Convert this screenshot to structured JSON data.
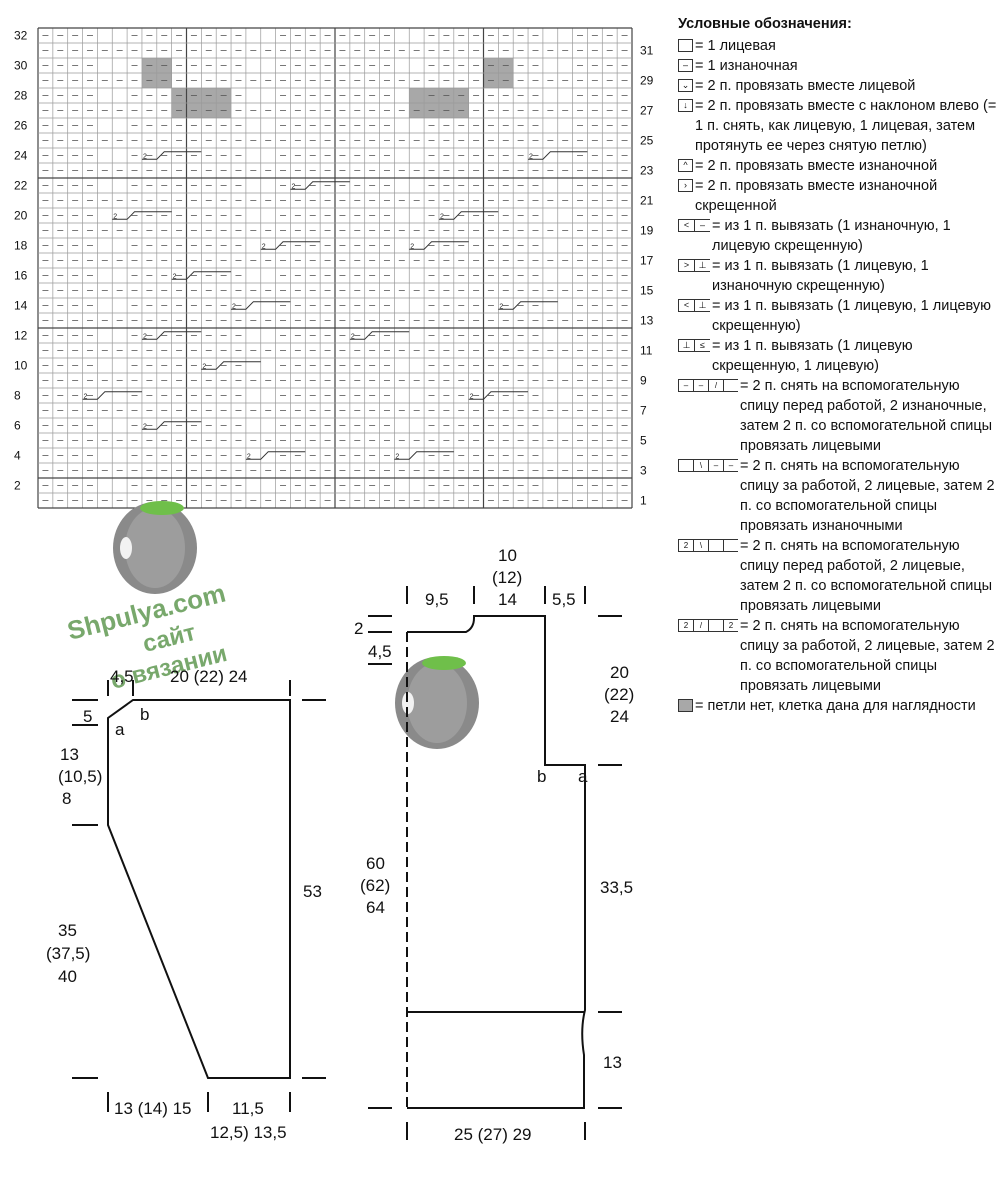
{
  "chart_rows_left": [
    "32",
    "30",
    "28",
    "26",
    "24",
    "22",
    "20",
    "18",
    "16",
    "14",
    "12",
    "10",
    "8",
    "6",
    "4",
    "2"
  ],
  "chart_rows_right": [
    "31",
    "29",
    "27",
    "25",
    "23",
    "21",
    "19",
    "17",
    "15",
    "13",
    "11",
    "9",
    "7",
    "5",
    "3",
    "1"
  ],
  "legend": {
    "title": "Условные обозначения:",
    "items": [
      {
        "icon": "knit-stitch-icon",
        "text": "= 1 лицевая"
      },
      {
        "icon": "purl-stitch-icon",
        "text": "= 1 изнаночная"
      },
      {
        "icon": "k2tog-icon",
        "text": "= 2 п. провязать вместе лицевой"
      },
      {
        "icon": "ssk-icon",
        "text": "= 2 п. провязать вместе с наклоном влево (= 1 п. снять, как лицевую, 1 лицевая, затем протянуть ее через снятую петлю)"
      },
      {
        "icon": "p2tog-icon",
        "text": "= 2 п. провязать вместе изнаночной"
      },
      {
        "icon": "p2tog-tbl-icon",
        "text": "= 2 п. провязать вместе изнаночной скрещенной"
      },
      {
        "icon": "inc-purl-ktbl-icon",
        "text": "= из 1 п. вывязать (1 изнаночную, 1 лицевую скрещенную)"
      },
      {
        "icon": "inc-knit-ptbl-icon",
        "text": "= из 1 п. вывязать (1 лицевую, 1 изнаночную скрещенную)"
      },
      {
        "icon": "inc-knit-ktbl-icon",
        "text": "= из 1 п. вывязать (1 лицевую, 1 лицевую скрещенную)"
      },
      {
        "icon": "inc-ktbl-knit-icon",
        "text": "= из 1 п. вывязать (1 лицевую скрещенную, 1 лицевую)"
      },
      {
        "icon": "cable-2-2-front-purl-icon",
        "text": "= 2 п. снять на вспомогательную спицу перед работой, 2 изнаночные, затем 2 п. со вспомогательной спицы провязать лицевыми"
      },
      {
        "icon": "cable-2-2-back-purl-icon",
        "text": "= 2 п. снять на вспомогательную спицу за работой, 2 лицевые, затем 2 п. со вспомогательной спицы провязать изнаночными"
      },
      {
        "icon": "cable-2-2-front-icon",
        "text": "= 2 п. снять на вспомогательную спицу перед работой, 2 лицевые, затем 2 п. со вспомогательной спицы провязать лицевыми"
      },
      {
        "icon": "cable-2-2-back-icon",
        "text": "= 2 п. снять на вспомогательную спицу за работой, 2 лицевые, затем 2 п. со вспомогательной спицы провязать лицевыми"
      },
      {
        "icon": "no-stitch-icon",
        "text": "= петли нет, клетка дана для наглядности"
      }
    ]
  },
  "sleeve": {
    "top_offset": "4,5",
    "top_width": "20 (22) 24",
    "cap": "5",
    "point_a": "a",
    "point_b": "b",
    "upper": "13",
    "upper_alt": "(10,5)",
    "upper_alt2": "8",
    "lower": "35",
    "lower_alt": "(37,5)",
    "lower_alt2": "40",
    "length": "53",
    "bottom_left": "13 (14) 15",
    "bottom_right_1": "11,5",
    "bottom_right_2": "12,5) 13,5"
  },
  "body": {
    "neck_1": "10",
    "neck_2": "(12)",
    "neck_3": "14",
    "shoulder_left": "9,5",
    "shoulder_right": "5,5",
    "neck_depth_front_1": "2",
    "neck_depth_front_2": "4,5",
    "armhole_1": "20",
    "armhole_2": "(22)",
    "armhole_3": "24",
    "point_a": "a",
    "point_b": "b",
    "total_1": "60",
    "total_2": "(62)",
    "total_3": "64",
    "side": "33,5",
    "hem": "13",
    "width": "25 (27) 29"
  },
  "watermark": {
    "site": "Shpulya.com",
    "line2": "сайт",
    "line3": "о вязании"
  }
}
